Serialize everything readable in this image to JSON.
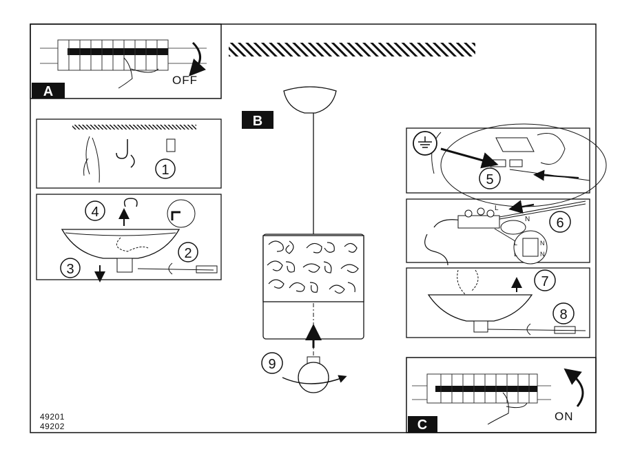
{
  "panels": {
    "a": {
      "label": "A",
      "action": "OFF"
    },
    "b": {
      "label": "B"
    },
    "c": {
      "label": "C",
      "action": "ON"
    }
  },
  "steps": [
    "1",
    "2",
    "3",
    "4",
    "5",
    "6",
    "7",
    "8",
    "9"
  ],
  "wiring": {
    "live": "L",
    "neutral": "N"
  },
  "model_numbers": [
    "49201",
    "49202"
  ]
}
